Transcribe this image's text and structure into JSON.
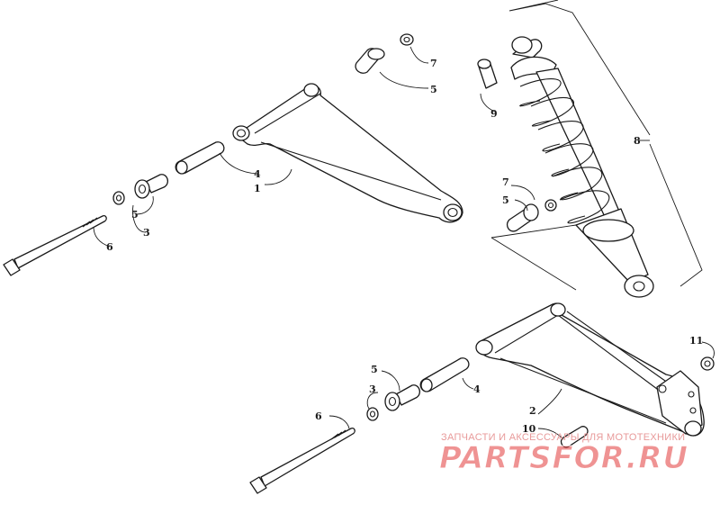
{
  "callouts": [
    "1",
    "2",
    "3",
    "3",
    "4",
    "4",
    "5",
    "5",
    "5",
    "5",
    "6",
    "6",
    "7",
    "7",
    "8",
    "9",
    "10",
    "11"
  ],
  "watermark": {
    "subtitle": "ЗАПЧАСТИ И АКСЕССУАРЫ ДЛЯ МОТОТЕХНИКИ",
    "logo": "PARTSFOR.RU"
  },
  "colors": {
    "ink": "#1a1a1a",
    "watermark": "#e23b3b",
    "background": "#ffffff"
  }
}
